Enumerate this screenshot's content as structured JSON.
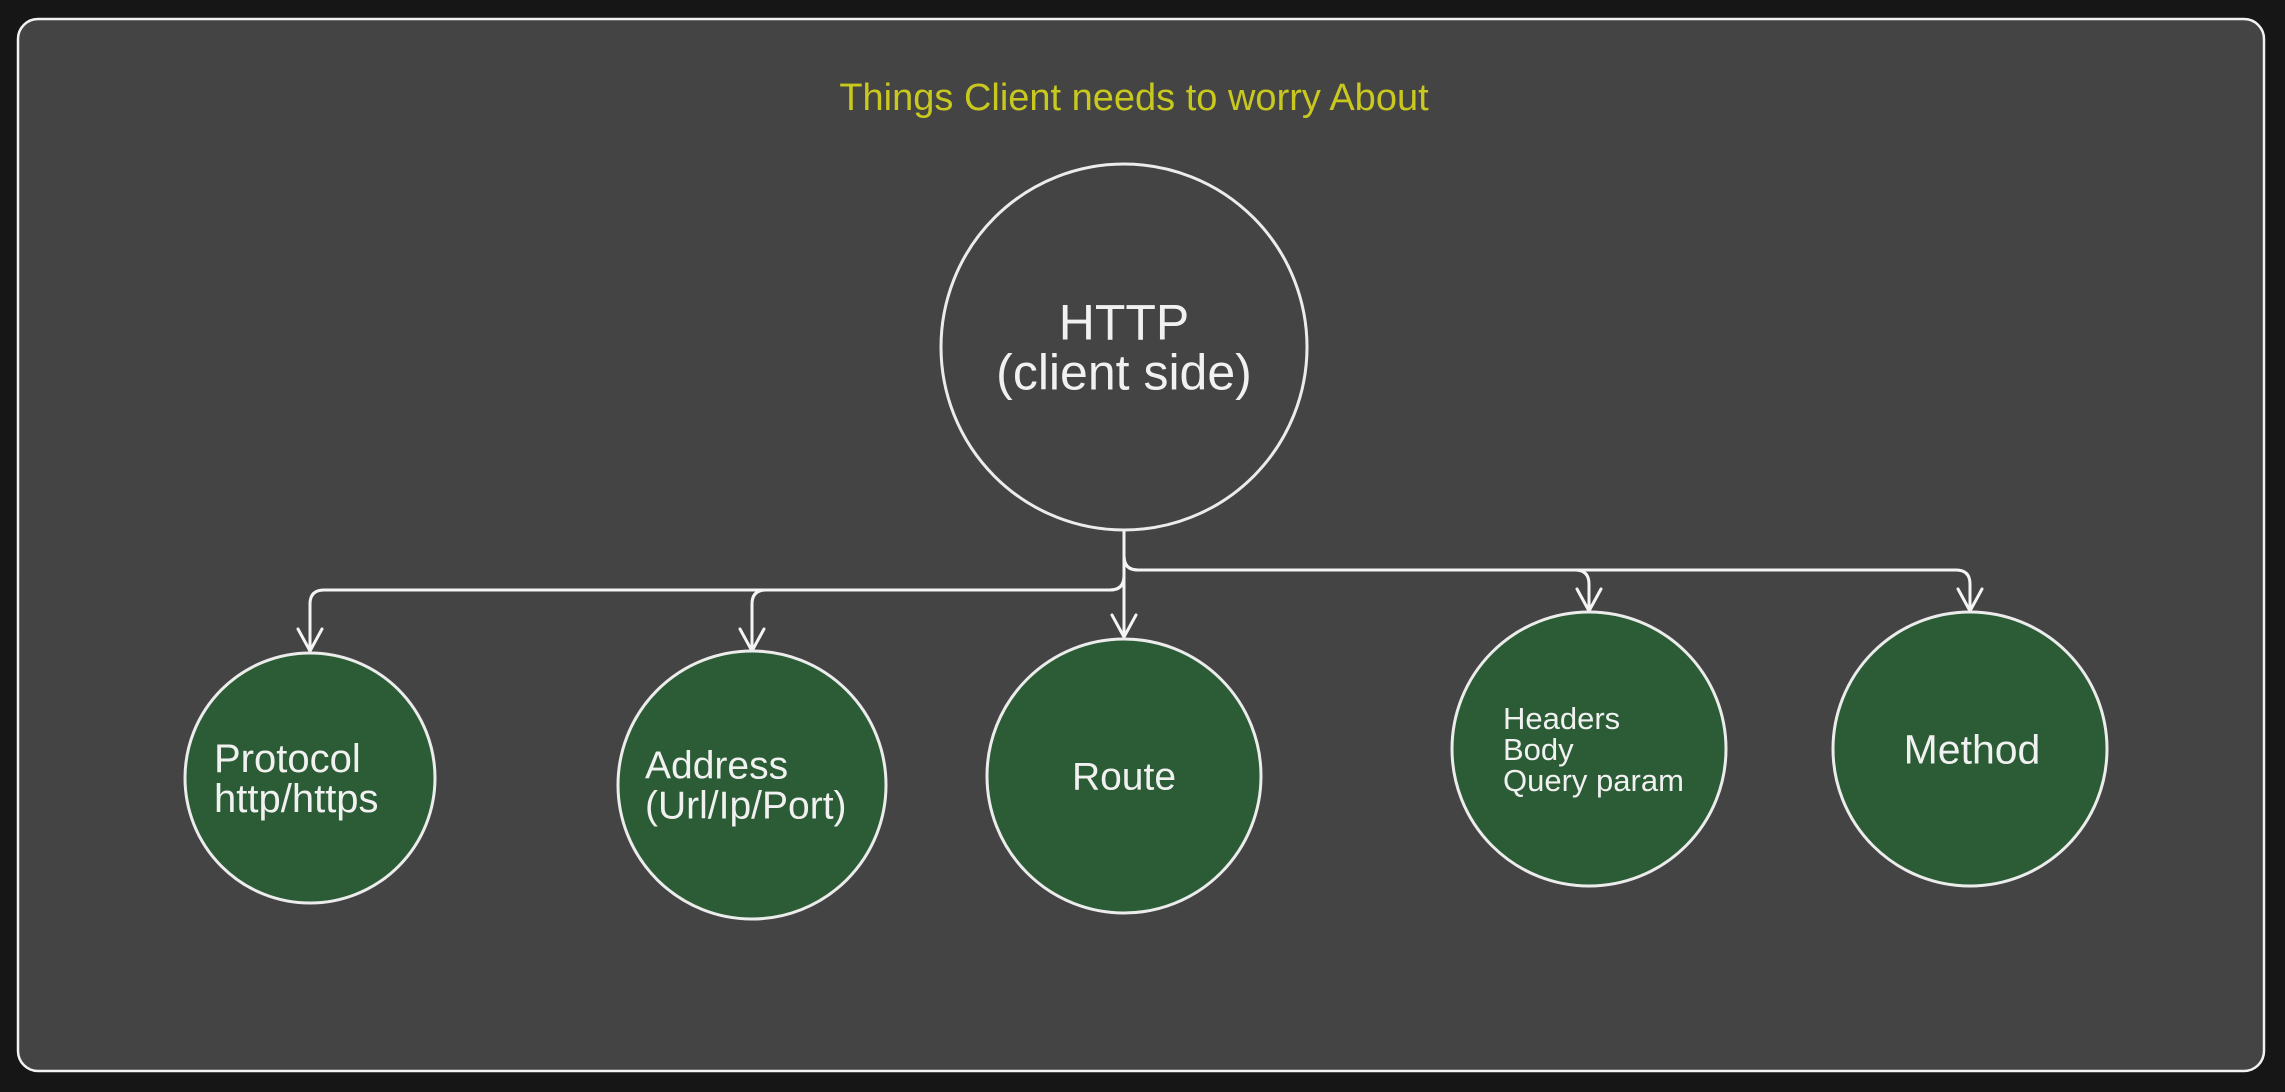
{
  "diagram": {
    "title": "Things Client needs to worry About",
    "colors": {
      "background": "#444444",
      "outer": "#161616",
      "title": "#c8c81e",
      "leaf_fill": "#2b5c35",
      "stroke": "#ececec",
      "text": "#f1f1f1"
    },
    "root": {
      "lines": [
        "HTTP",
        "(client side)"
      ]
    },
    "children": [
      {
        "id": "protocol",
        "lines": [
          "Protocol",
          "http/https"
        ]
      },
      {
        "id": "address",
        "lines": [
          "Address",
          "(Url/Ip/Port)"
        ]
      },
      {
        "id": "route",
        "lines": [
          "Route"
        ]
      },
      {
        "id": "headers-body-query",
        "lines": [
          "Headers",
          "Body",
          "Query param"
        ]
      },
      {
        "id": "method",
        "lines": [
          "Method"
        ]
      }
    ],
    "edges": [
      {
        "from": "root",
        "to": "protocol"
      },
      {
        "from": "root",
        "to": "address"
      },
      {
        "from": "root",
        "to": "route"
      },
      {
        "from": "root",
        "to": "headers-body-query"
      },
      {
        "from": "root",
        "to": "method"
      }
    ]
  }
}
